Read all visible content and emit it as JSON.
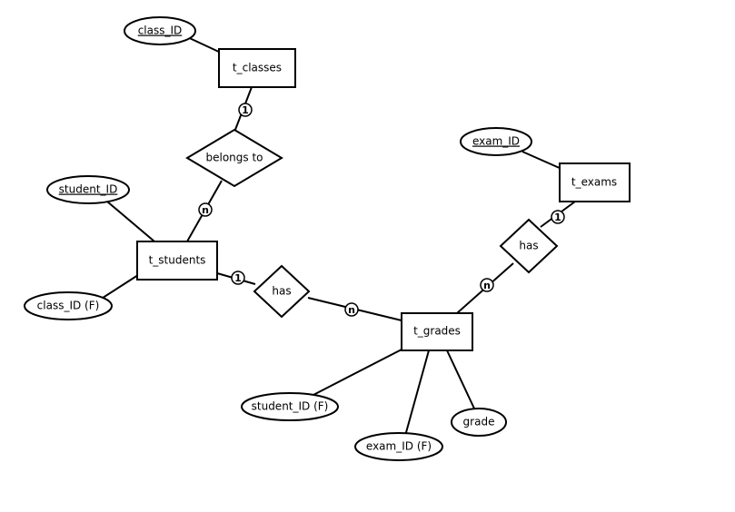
{
  "entities": {
    "t_classes": "t_classes",
    "t_students": "t_students",
    "t_exams": "t_exams",
    "t_grades": "t_grades"
  },
  "relationships": {
    "belongs_to": "belongs to",
    "students_grades": "has",
    "exams_grades": "has"
  },
  "attributes": {
    "classes_class_id": {
      "label": "class_ID",
      "key": true
    },
    "students_student_id": {
      "label": "student_ID",
      "key": true
    },
    "students_class_id": {
      "label": "class_ID (F)",
      "key": false
    },
    "exams_exam_id": {
      "label": "exam_ID",
      "key": true
    },
    "grades_student_id": {
      "label": "student_ID (F)",
      "key": false
    },
    "grades_exam_id": {
      "label": "exam_ID (F)",
      "key": false
    },
    "grades_grade": {
      "label": "grade",
      "key": false
    }
  },
  "cardinalities": {
    "classes_belongs": "1",
    "students_belongs": "n",
    "students_has": "1",
    "grades_has_students": "n",
    "exams_has": "1",
    "grades_has_exams": "n"
  }
}
